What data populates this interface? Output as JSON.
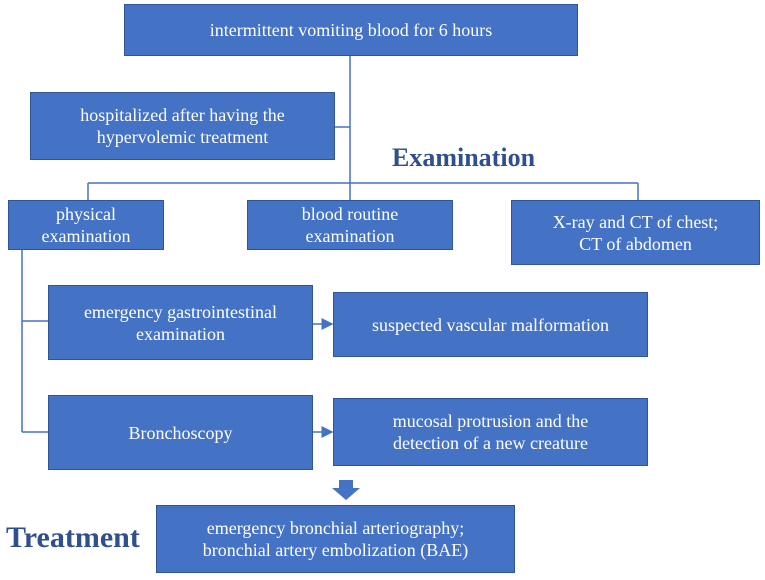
{
  "headings": {
    "examination": "Examination",
    "treatment": "Treatment"
  },
  "boxes": {
    "symptom": "intermittent vomiting blood for 6 hours",
    "hospitalized": "hospitalized after having the\nhypervolemic treatment",
    "physical": "physical\nexamination",
    "blood_routine": "blood routine\nexamination",
    "xray_ct": "X-ray and CT of chest;\nCT of abdomen",
    "emergency_gi": "emergency gastrointestinal\nexamination",
    "vascular": "suspected vascular malformation",
    "bronchoscopy": "Bronchoscopy",
    "mucosal": "mucosal protrusion  and the\ndetection of a new creature",
    "treatment": "emergency bronchial arteriography;\nbronchial artery embolization (BAE)"
  },
  "colors": {
    "box_fill": "#4472c4",
    "box_border": "#2f5597",
    "connector": "#4472c4",
    "heading": "#2f4f8f"
  }
}
